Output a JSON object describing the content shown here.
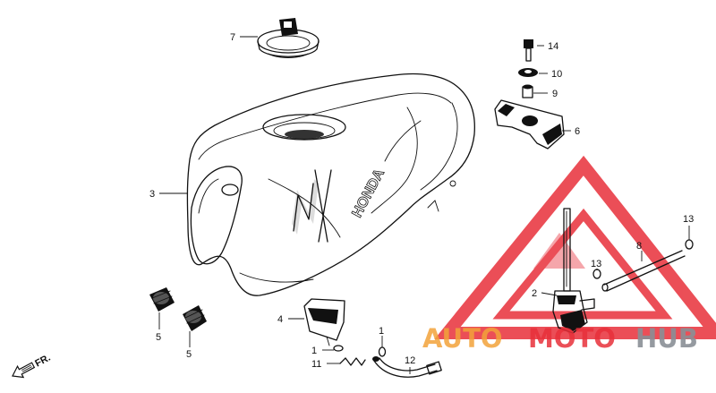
{
  "diagram": {
    "parts": {
      "p1a": "1",
      "p1b": "1",
      "p2": "2",
      "p3": "3",
      "p4": "4",
      "p5a": "5",
      "p5b": "5",
      "p6": "6",
      "p7": "7",
      "p8": "8",
      "p9": "9",
      "p10": "10",
      "p11": "11",
      "p12": "12",
      "p13a": "13",
      "p13b": "13",
      "p14": "14"
    },
    "tank_logo": "HONDA",
    "tank_model": "NX",
    "front_arrow": "FR."
  },
  "watermark": {
    "auto": "AUTO",
    "moto": "MOTO",
    "hub": "HUB",
    "colors": {
      "red": "#e8303a",
      "orange": "#f2a23a",
      "gray": "#8a8f96"
    }
  },
  "icons": [
    "fuel-tank",
    "fuel-cap",
    "fuel-cock",
    "bracket",
    "rubber-cushion",
    "tray",
    "fuel-hose",
    "clip",
    "bolt",
    "washer",
    "collar",
    "front-arrow-icon",
    "watermark-triangle-logo"
  ]
}
